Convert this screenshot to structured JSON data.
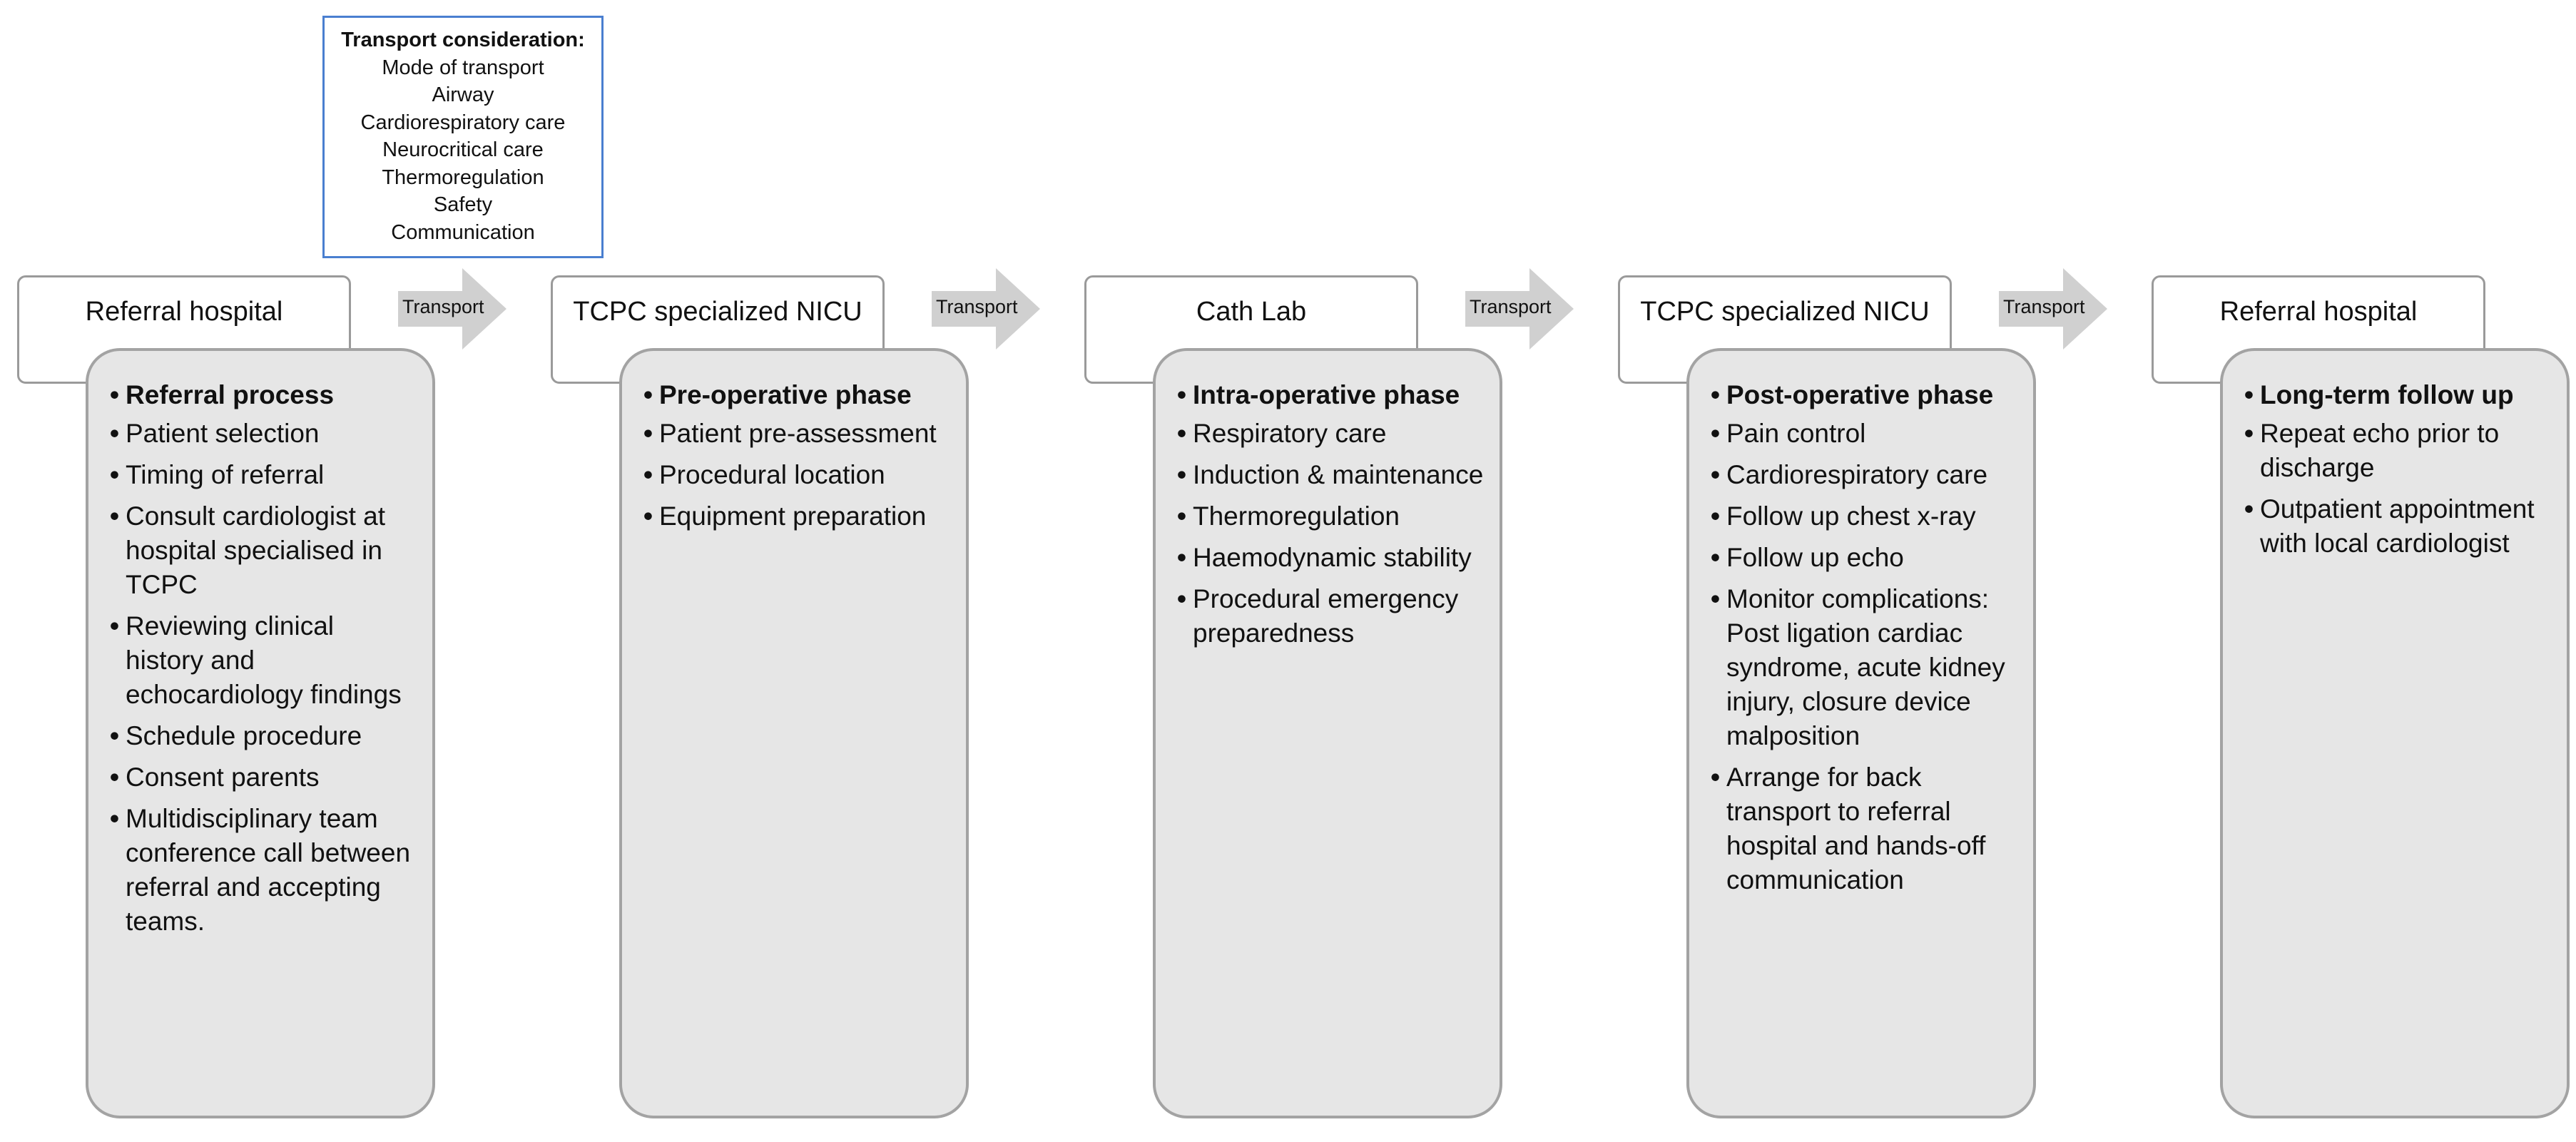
{
  "transport_consideration": {
    "title": "Transport consideration:",
    "items": [
      "Mode of transport",
      "Airway",
      "Cardiorespiratory care",
      "Neurocritical care",
      "Thermoregulation",
      "Safety",
      "Communication"
    ]
  },
  "stages": [
    {
      "title": "Referral hospital",
      "lead": "Referral process",
      "items": [
        "Patient selection",
        "Timing of referral",
        "Consult cardiologist at hospital specialised in TCPC",
        "Reviewing clinical history and echocardiology findings",
        "Schedule procedure",
        "Consent parents",
        "Multidisciplinary team conference call between referral and accepting teams."
      ]
    },
    {
      "title": "TCPC specialized NICU",
      "lead": "Pre-operative phase",
      "items": [
        "Patient pre-assessment",
        "Procedural location",
        "Equipment preparation"
      ]
    },
    {
      "title": "Cath Lab",
      "lead": "Intra-operative phase",
      "items": [
        "Respiratory care",
        "Induction & maintenance",
        "Thermoregulation",
        "Haemodynamic stability",
        "Procedural emergency preparedness"
      ]
    },
    {
      "title": "TCPC specialized NICU",
      "lead": "Post-operative phase",
      "items": [
        "Pain control",
        "Cardiorespiratory care",
        "Follow up chest x-ray",
        "Follow up echo",
        "Monitor complications: Post ligation cardiac syndrome, acute kidney injury, closure device malposition",
        "Arrange for back transport to referral hospital and hands-off communication"
      ]
    },
    {
      "title": "Referral hospital",
      "lead": "Long-term follow up",
      "items": [
        "Repeat echo prior to discharge",
        "Outpatient appointment with local cardiologist"
      ]
    }
  ],
  "arrows": [
    "Transport",
    "Transport",
    "Transport",
    "Transport"
  ],
  "colors": {
    "card_fill": "#e6e6e6",
    "card_border": "#a3a3a3",
    "arrow_fill": "#d0d0d0",
    "note_border": "#4a7fd0"
  }
}
